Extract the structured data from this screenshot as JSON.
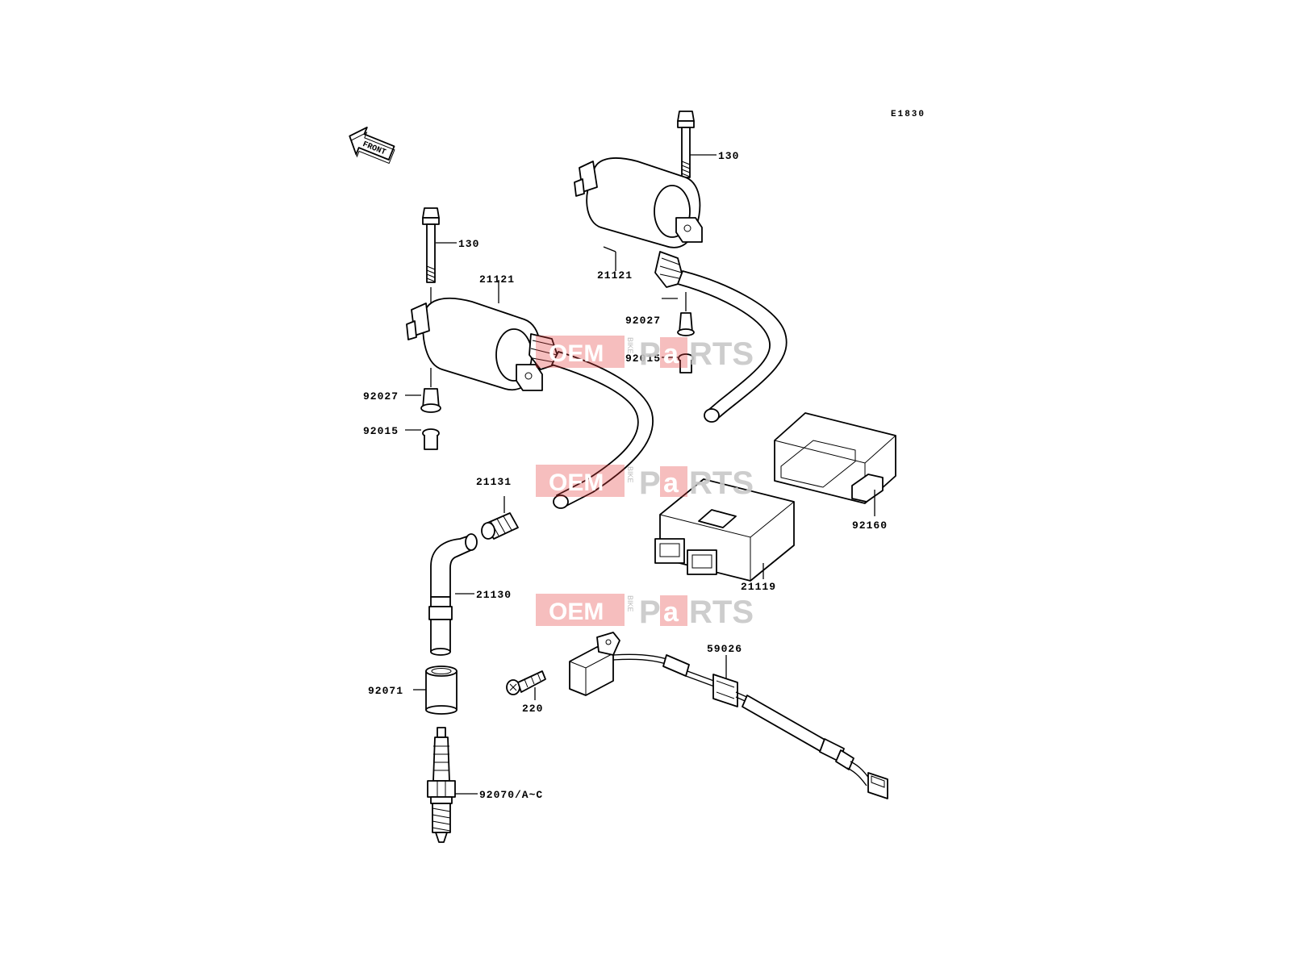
{
  "diagram": {
    "code": "E1830",
    "front_label": "FRONT",
    "watermark": {
      "left": "OEM",
      "middle": "BIKE",
      "right_a": "P",
      "right_b": "a",
      "right_c": "RTS"
    },
    "parts": {
      "bolt_right": "130",
      "bolt_left": "130",
      "coil_left": "21121",
      "coil_right": "21121",
      "collar_right": "92027",
      "bush_right": "92015",
      "collar_left": "92027",
      "bush_left": "92015",
      "cap_seal": "21131",
      "plug_cap": "21130",
      "plug_boot": "92071",
      "spark_plug": "92070/A~C",
      "igniter_cover": "92160",
      "igniter": "21119",
      "pickup_coil": "59026",
      "screw": "220"
    },
    "colors": {
      "line": "#000000",
      "watermark_red": "#e33a3a",
      "watermark_gray": "#c8c8c8"
    }
  }
}
